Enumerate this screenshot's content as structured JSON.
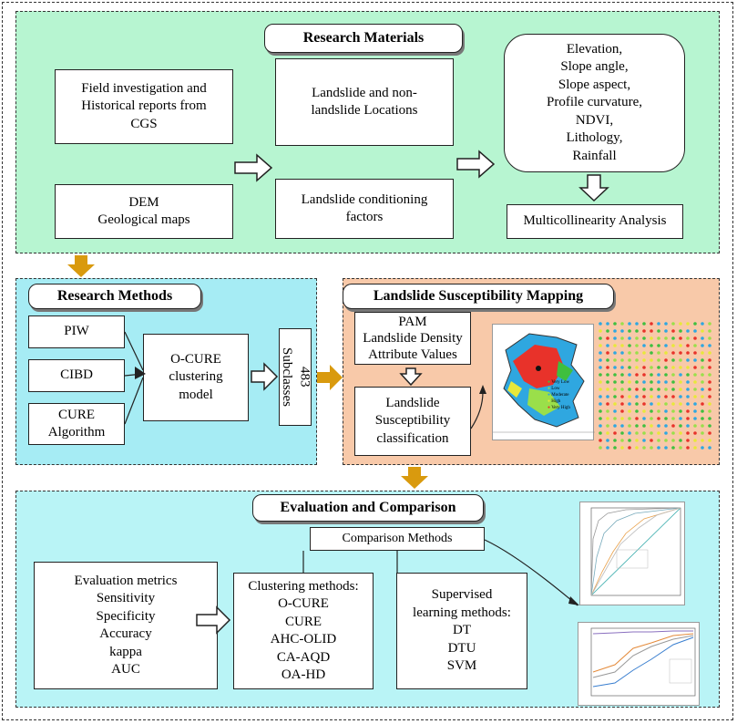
{
  "research_materials": {
    "title": "Research Materials",
    "field_investigation": "Field investigation and\nHistorical reports from\nCGS",
    "dem": "DEM\nGeological maps",
    "locations": "Landslide and non-\nlandslide Locations",
    "conditioning": "Landslide conditioning\nfactors",
    "factors": "Elevation,\nSlope angle,\nSlope aspect,\nProfile curvature,\nNDVI,\nLithology,\nRainfall",
    "multicollinearity": "Multicollinearity Analysis"
  },
  "research_methods": {
    "title": "Research Methods",
    "piw": "PIW",
    "cibd": "CIBD",
    "cure": "CURE\nAlgorithm",
    "model": "O-CURE\nclustering\nmodel",
    "subclasses": "483\nSubclasses"
  },
  "lsm": {
    "title": "Landslide Susceptibility Mapping",
    "pam": "PAM\nLandslide Density\nAttribute Values",
    "classification": "Landslide\nSusceptibility\nclassification",
    "map_legend": [
      "Very Low",
      "Low",
      "Moderate",
      "High",
      "Very High"
    ],
    "map_legend_colors": [
      "#3fbf3f",
      "#9adf4a",
      "#2fa7e0",
      "#e8e83a",
      "#e8322a"
    ]
  },
  "evaluation": {
    "title": "Evaluation and Comparison",
    "comparison_methods": "Comparison Methods",
    "metrics": "Evaluation metrics\nSensitivity\nSpecificity\nAccuracy\nkappa\nAUC",
    "clustering": "Clustering methods:\nO-CURE\nCURE\nAHC-OLID\nCA-AQD\nOA-HD",
    "supervised": "Supervised\nlearning methods:\nDT\nDTU\nSVM"
  },
  "colors": {
    "arrow_orange": "#d99a0e",
    "materials_bg": "#b7f5d1",
    "methods_bg": "#a6ecf4",
    "lsm_bg": "#f8c9a9",
    "evaluation_bg": "#b9f4f6"
  }
}
